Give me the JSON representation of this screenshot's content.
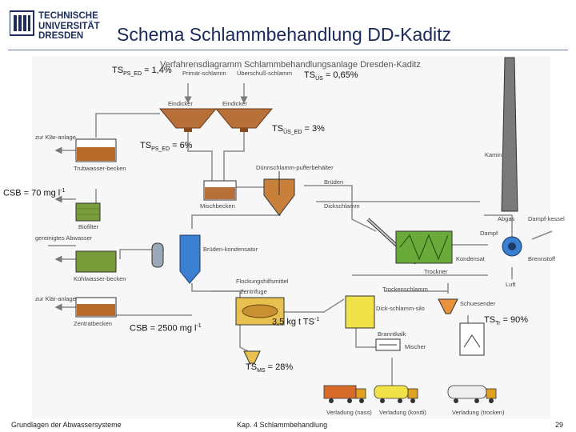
{
  "header": {
    "logo_line1": "TECHNISCHE",
    "logo_line2": "UNIVERSITÄT",
    "logo_line3": "DRESDEN",
    "title": "Schema Schlammbehandlung DD-Kaditz"
  },
  "diagram": {
    "heading": "Verfahrensdiagramm Schlammbehandlungsanlage Dresden-Kaditz",
    "components": {
      "primary_sludge": "Primär-schlamm",
      "excess_sludge": "Überschuß-schlamm",
      "thickener_left": "Eindicker",
      "thickener_right": "Eindicker",
      "to_plant_top": "zur Klär-anlage",
      "turbid_water_tank": "Trubwasser-becken",
      "thin_sludge_tank": "Dünnschlamm-pufferbehälter",
      "mixing_tank": "Mischbecken",
      "vapours": "Brüden",
      "biofilter": "Biofilter",
      "cleaned_wastewater": "gereinigtes Abwasser",
      "cooling_tank": "Kühlwasser-becken",
      "vapour_condenser": "Brüden-kondensator",
      "to_plant_bottom": "zur Klär-anlage",
      "central_tank": "Zentratbecken",
      "flocculant": "Flockungshilfsmittel",
      "centrifuge": "Zentrifuge",
      "thick_sludge": "Dickschlamm",
      "thick_sludge_silo": "Dick-schlamm-silo",
      "quicklime": "Branntkalk",
      "mixer": "Mischer",
      "dried_sludge": "Trockenschlamm",
      "dryer": "Trockner",
      "condensate": "Kondensat",
      "exhaust": "Abgas",
      "steam": "Dampf",
      "steam_boiler": "Dampf-kessel",
      "fuel": "Brennstoff",
      "air": "Luft",
      "chimney": "Kamin",
      "bulk_loading": "Schuesender",
      "loading_wet": "Verladung (nass)",
      "loading_lime": "Verladung (kondi)",
      "loading_dry": "Verladung (trocken)"
    },
    "annotations": {
      "ts_ps_main": "TS",
      "ts_ps_sub": "PS_ED",
      "ts_ps_val": " = 1,4%",
      "ts_us_main": "TS",
      "ts_us_sub": "ÜS",
      "ts_us_val": " = 0,65%",
      "ts_us_ed_main": "TS",
      "ts_us_ed_sub": "ÜS_ED",
      "ts_us_ed_val": " = 3%",
      "ts_ps_ed_main": "TS",
      "ts_ps_ed_sub": "PS_ED",
      "ts_ps_ed_val": " = 6%",
      "csb_top_main": "CSB = 70 mg l",
      "csb_top_sup": "-1",
      "csb_bottom_main": "CSB = 2500 mg l",
      "csb_bottom_sup": "-1",
      "flock_main": "3,5 kg t TS",
      "flock_sup": "-1",
      "ts_tr_main": "TS",
      "ts_tr_sub": "Tr",
      "ts_tr_val": " = 90%",
      "ts_ms_main": "TS",
      "ts_ms_sub": "MS",
      "ts_ms_val": " = 28%"
    }
  },
  "footer": {
    "left": "Grundlagen der Abwassersysteme",
    "center": "Kap. 4 Schlammbehandlung",
    "page": "29"
  },
  "colors": {
    "brand_blue": "#1d2e5c",
    "pipe_gray": "#8a8a8a",
    "thickener_brown": "#b8703a",
    "biofilter_green": "#7a9b3a",
    "dryer_green": "#6aaa3a",
    "silo_yellow": "#f2e24a",
    "boiler_blue": "#3a7fd0"
  }
}
